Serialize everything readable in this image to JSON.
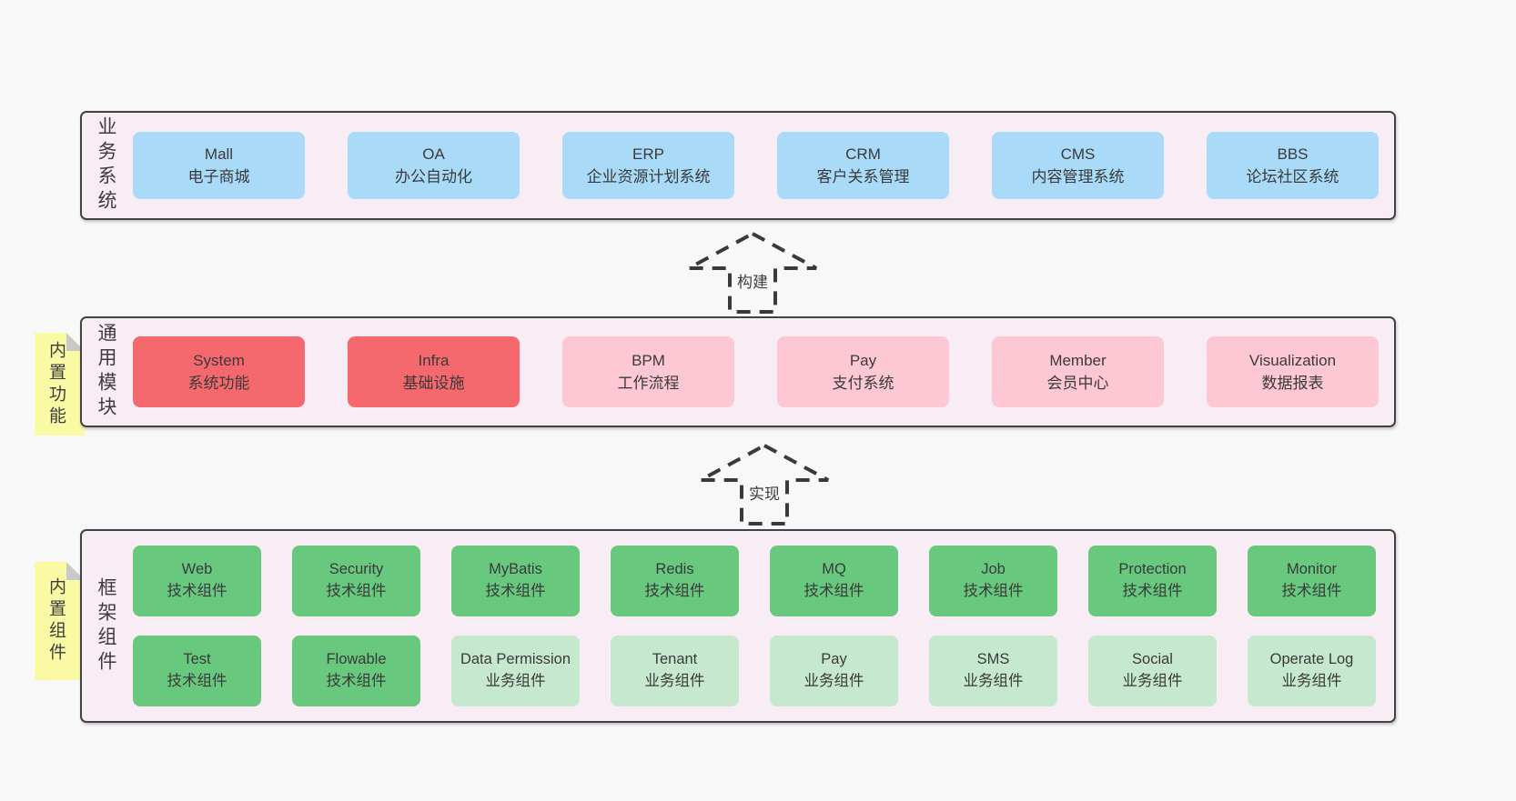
{
  "colors": {
    "page_bg": "#f8f8f8",
    "panel_bg": "#f8ecf5",
    "panel_border": "#424242",
    "blue_box": "#a9dbf9",
    "red_box": "#f5696e",
    "pink_box": "#fdc8d3",
    "green_box": "#68c87e",
    "light_green_box": "#c6e8cf",
    "note_bg": "#fafaa5",
    "note_fold": "#c9c9c9",
    "text": "#3d3d3d"
  },
  "arrows": [
    {
      "label": "构建"
    },
    {
      "label": "实现"
    }
  ],
  "sections": [
    {
      "label": "业务系统",
      "boxes": [
        {
          "name": "Mall",
          "desc": "电子商城",
          "variant": "blue"
        },
        {
          "name": "OA",
          "desc": "办公自动化",
          "variant": "blue"
        },
        {
          "name": "ERP",
          "desc": "企业资源计划系统",
          "variant": "blue"
        },
        {
          "name": "CRM",
          "desc": "客户关系管理",
          "variant": "blue"
        },
        {
          "name": "CMS",
          "desc": "内容管理系统",
          "variant": "blue"
        },
        {
          "name": "BBS",
          "desc": "论坛社区系统",
          "variant": "blue"
        }
      ]
    },
    {
      "label": "通用模块",
      "note": "内置功能",
      "boxes": [
        {
          "name": "System",
          "desc": "系统功能",
          "variant": "red"
        },
        {
          "name": "Infra",
          "desc": "基础设施",
          "variant": "red"
        },
        {
          "name": "BPM",
          "desc": "工作流程",
          "variant": "pink"
        },
        {
          "name": "Pay",
          "desc": "支付系统",
          "variant": "pink"
        },
        {
          "name": "Member",
          "desc": "会员中心",
          "variant": "pink"
        },
        {
          "name": "Visualization",
          "desc": "数据报表",
          "variant": "pink"
        }
      ]
    },
    {
      "label": "框架组件",
      "note": "内置组件",
      "rows": [
        [
          {
            "name": "Web",
            "desc": "技术组件",
            "variant": "green"
          },
          {
            "name": "Security",
            "desc": "技术组件",
            "variant": "green"
          },
          {
            "name": "MyBatis",
            "desc": "技术组件",
            "variant": "green"
          },
          {
            "name": "Redis",
            "desc": "技术组件",
            "variant": "green"
          },
          {
            "name": "MQ",
            "desc": "技术组件",
            "variant": "green"
          },
          {
            "name": "Job",
            "desc": "技术组件",
            "variant": "green"
          },
          {
            "name": "Protection",
            "desc": "技术组件",
            "variant": "green"
          },
          {
            "name": "Monitor",
            "desc": "技术组件",
            "variant": "green"
          }
        ],
        [
          {
            "name": "Test",
            "desc": "技术组件",
            "variant": "green"
          },
          {
            "name": "Flowable",
            "desc": "技术组件",
            "variant": "green"
          },
          {
            "name": "Data Permission",
            "desc": "业务组件",
            "variant": "lightgreen"
          },
          {
            "name": "Tenant",
            "desc": "业务组件",
            "variant": "lightgreen"
          },
          {
            "name": "Pay",
            "desc": "业务组件",
            "variant": "lightgreen"
          },
          {
            "name": "SMS",
            "desc": "业务组件",
            "variant": "lightgreen"
          },
          {
            "name": "Social",
            "desc": "业务组件",
            "variant": "lightgreen"
          },
          {
            "name": "Operate Log",
            "desc": "业务组件",
            "variant": "lightgreen"
          }
        ]
      ]
    }
  ]
}
